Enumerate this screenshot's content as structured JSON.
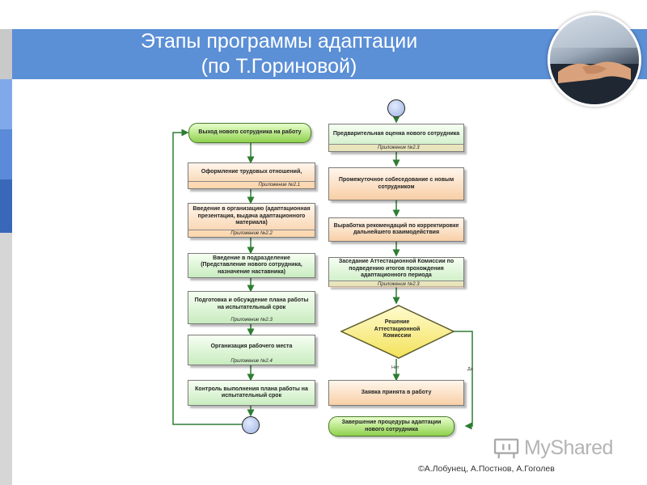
{
  "slide": {
    "title_line1": "Этапы программы адаптации",
    "title_line2": "(по Т.Гориновой)",
    "watermark": "MyShared",
    "copyright": "©А.Лобунец, А.Постнов, А.Гоголев"
  },
  "colors": {
    "header": "#5b8fd6",
    "peach_box": "#f8cfa6",
    "mint_box": "#c9ecc0",
    "green_pill": "#8fd14e",
    "connector": "#2e7d32"
  },
  "left_column": {
    "start_pill": "Выход нового сотрудника на работу",
    "steps": [
      {
        "text": "Оформление трудовых отношений,",
        "ref": "Приложение №2.1"
      },
      {
        "text": "Введение в организацию (адаптационная презентация, выдача адаптационного материала)",
        "ref": "Приложение №2.2"
      },
      {
        "text": "Введение в подразделение (Представление нового сотрудника, назначение наставника)",
        "ref": ""
      },
      {
        "text": "Подготовка и обсуждение плана работы на испытательный срок",
        "ref": "Приложение №2.3"
      },
      {
        "text": "Организация рабочего места",
        "ref": "Приложение №2.4"
      },
      {
        "text": "Контроль выполнения плана работы на испытательный срок",
        "ref": ""
      }
    ]
  },
  "right_column": {
    "steps": [
      {
        "text": "Предварительная оценка нового сотрудника",
        "ref": "Приложение №2.3"
      },
      {
        "text": "Промежуточное собеседование с новым сотрудником",
        "ref": ""
      },
      {
        "text": "Выработка рекомендаций по корректировке дальнейшего взаимодействия",
        "ref": ""
      },
      {
        "text": "Заседание Аттестационной Комиссии по подведению итогов прохождения адаптационного периода",
        "ref": "Приложение №2.3"
      }
    ],
    "decision": "Решение Аттестационной Комиссии",
    "label_no": "Нет",
    "label_yes": "Да",
    "rejected_box": "Заявка принята в работу",
    "end_pill": "Завершение процедуры адаптации нового сотрудника"
  }
}
